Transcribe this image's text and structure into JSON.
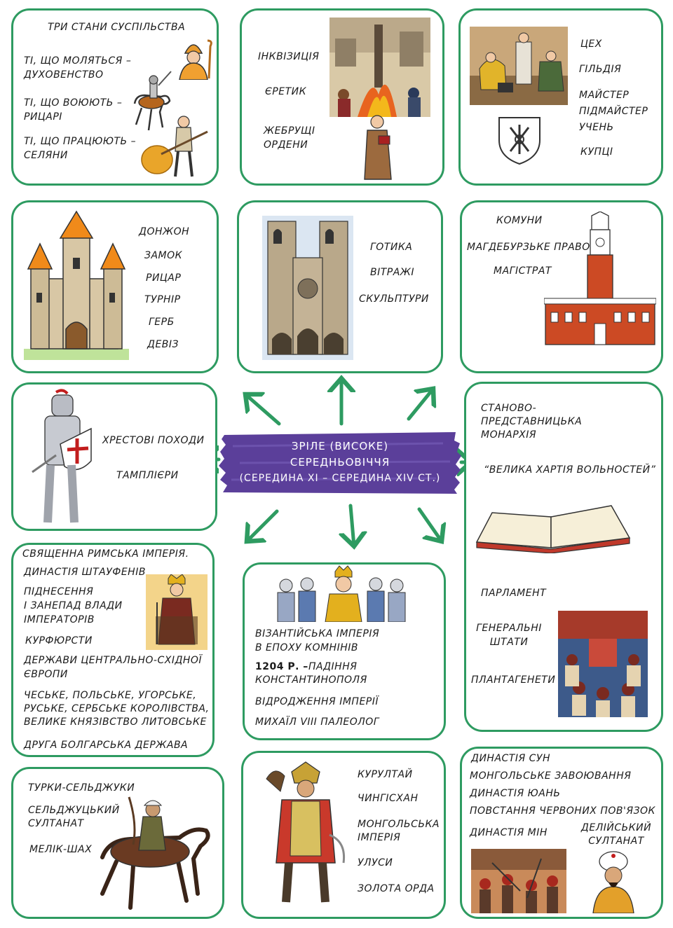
{
  "center": {
    "line1": "ЗРІЛЕ (ВИСОКЕ)",
    "line2": "СЕРЕДНЬОВІЧЧЯ",
    "line3": "(СЕРЕДИНА XI – СЕРЕДИНА XIV СТ.)"
  },
  "colors": {
    "border": "#2e9b61",
    "arrow": "#2e9b61",
    "center_bg": "#5b3f9a"
  },
  "estates": {
    "title": "ТРИ СТАНИ СУСПІЛЬСТВА",
    "pray1": "ТІ, ЩО МОЛЯТЬСЯ –",
    "pray2": "ДУХОВЕНСТВО",
    "fight1": "ТІ, ЩО ВОЮЮТЬ –",
    "fight2": "РИЦАРІ",
    "work1": "ТІ, ЩО ПРАЦЮЮТЬ –",
    "work2": "СЕЛЯНИ"
  },
  "church": {
    "inquisition": "ІНКВІЗИЦІЯ",
    "heretic": "ЄРЕТИК",
    "orders1": "ЖЕБРУЩІ",
    "orders2": "ОРДЕНИ"
  },
  "guilds": {
    "tsekh": "ЦЕХ",
    "guild": "ГІЛЬДІЯ",
    "master": "МАЙСТЕР",
    "submaster": "ПІДМАЙСТЕР",
    "apprentice": "УЧЕНЬ",
    "merchants": "КУПЦІ"
  },
  "castle": {
    "donjon": "ДОНЖОН",
    "zamok": "ЗАМОК",
    "knight": "РИЦАР",
    "tournament": "ТУРНІР",
    "coat": "ГЕРБ",
    "motto": "ДЕВІЗ"
  },
  "gothic": {
    "gothic": "ГОТИКА",
    "glass": "ВІТРАЖІ",
    "sculpt": "СКУЛЬПТУРИ"
  },
  "city": {
    "communes": "КОМУНИ",
    "law": "МАГДЕБУРЗЬКЕ ПРАВО",
    "magistrat": "МАГІСТРАТ"
  },
  "crusades": {
    "crusades": "ХРЕСТОВІ ПОХОДИ",
    "templars": "ТАМПЛІЄРИ"
  },
  "monarchy": {
    "m1": "СТАНОВО-",
    "m2": "ПРЕДСТАВНИЦЬКА",
    "m3": "МОНАРХІЯ",
    "charter": "“ВЕЛИКА ХАРТІЯ ВОЛЬНОСТЕЙ”",
    "parliament": "ПАРЛАМЕНТ",
    "states1": "ГЕНЕРАЛЬНІ",
    "states2": "ШТАТИ",
    "plantagenets": "ПЛАНТАГЕНЕТИ"
  },
  "hre": {
    "l1": "СВЯЩЕННА РИМСЬКА ІМПЕРІЯ.",
    "l2": "ДИНАСТІЯ ШТАУФЕНІВ",
    "l3": "ПІДНЕСЕННЯ",
    "l4": "І ЗАНЕПАД ВЛАДИ",
    "l5": "ІМПЕРАТОРІВ",
    "l6": "КУРФЮРСТИ",
    "l7": "ДЕРЖАВИ ЦЕНТРАЛЬНО-СХІДНОЇ",
    "l8": "ЄВРОПИ",
    "l9": "ЧЕСЬКЕ, ПОЛЬСЬКЕ, УГОРСЬКЕ,",
    "l10": "РУСЬКЕ, СЕРБСЬКЕ КОРОЛІВСТВА,",
    "l11": "ВЕЛИКЕ КНЯЗІВСТВО ЛИТОВСЬКЕ",
    "l12": "ДРУГА БОЛГАРСЬКА ДЕРЖАВА"
  },
  "byz": {
    "l1": "ВІЗАНТІЙСЬКА ІМПЕРІЯ",
    "l2": "В ЕПОХУ КОМНІНІВ",
    "year": "1204 Р. –",
    "l3": "ПАДІННЯ",
    "l4": "КОНСТАНТИНОПОЛЯ",
    "l5": "ВІДРОДЖЕННЯ ІМПЕРІЇ",
    "l6": "МИХАЇЛ VIII ПАЛЕОЛОГ"
  },
  "turks": {
    "l1": "ТУРКИ-СЕЛЬДЖУКИ",
    "l2": "СЕЛЬДЖУЦЬКИЙ",
    "l3": "СУЛТАНАТ",
    "l4": "МЕЛІК-ШАХ"
  },
  "mongols": {
    "l1": "КУРУЛТАЙ",
    "l2": "ЧИНГІСХАН",
    "l3": "МОНГОЛЬСЬКА",
    "l4": "ІМПЕРІЯ",
    "l5": "УЛУСИ",
    "l6": "ЗОЛОТА ОРДА"
  },
  "asia": {
    "l1": "ДИНАСТІЯ СУН",
    "l2": "МОНГОЛЬСЬКЕ ЗАВОЮВАННЯ",
    "l3": "ДИНАСТІЯ ЮАНЬ",
    "l4": "ПОВСТАННЯ ЧЕРВОНИХ ПОВ'ЯЗОК",
    "l5": "ДИНАСТІЯ МІН",
    "l6": "ДЕЛІЙСЬКИЙ",
    "l7": "СУЛТАНАТ"
  }
}
